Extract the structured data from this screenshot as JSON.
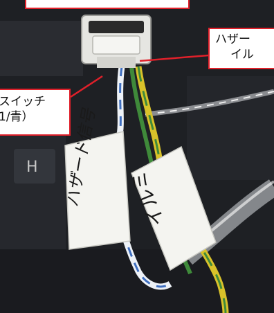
{
  "photo": {
    "subject": "wire-harness-connector",
    "colors": {
      "background": "#1c1e22",
      "connector": "#e6e6e2",
      "tape": "#f4f4f0",
      "wire_yellow": "#d9c22a",
      "wire_green": "#3f8a3a",
      "wire_blue": "#3f6fc0",
      "callout_border": "#e0202a"
    },
    "tape_labels": {
      "left": "ハザード信号",
      "right": "イルミ"
    }
  },
  "callouts": {
    "top": {
      "text": ""
    },
    "right": {
      "line1": "ハザー",
      "line2": "イル"
    },
    "left": {
      "line1": "スイッチ",
      "line2": "1/青）"
    }
  }
}
